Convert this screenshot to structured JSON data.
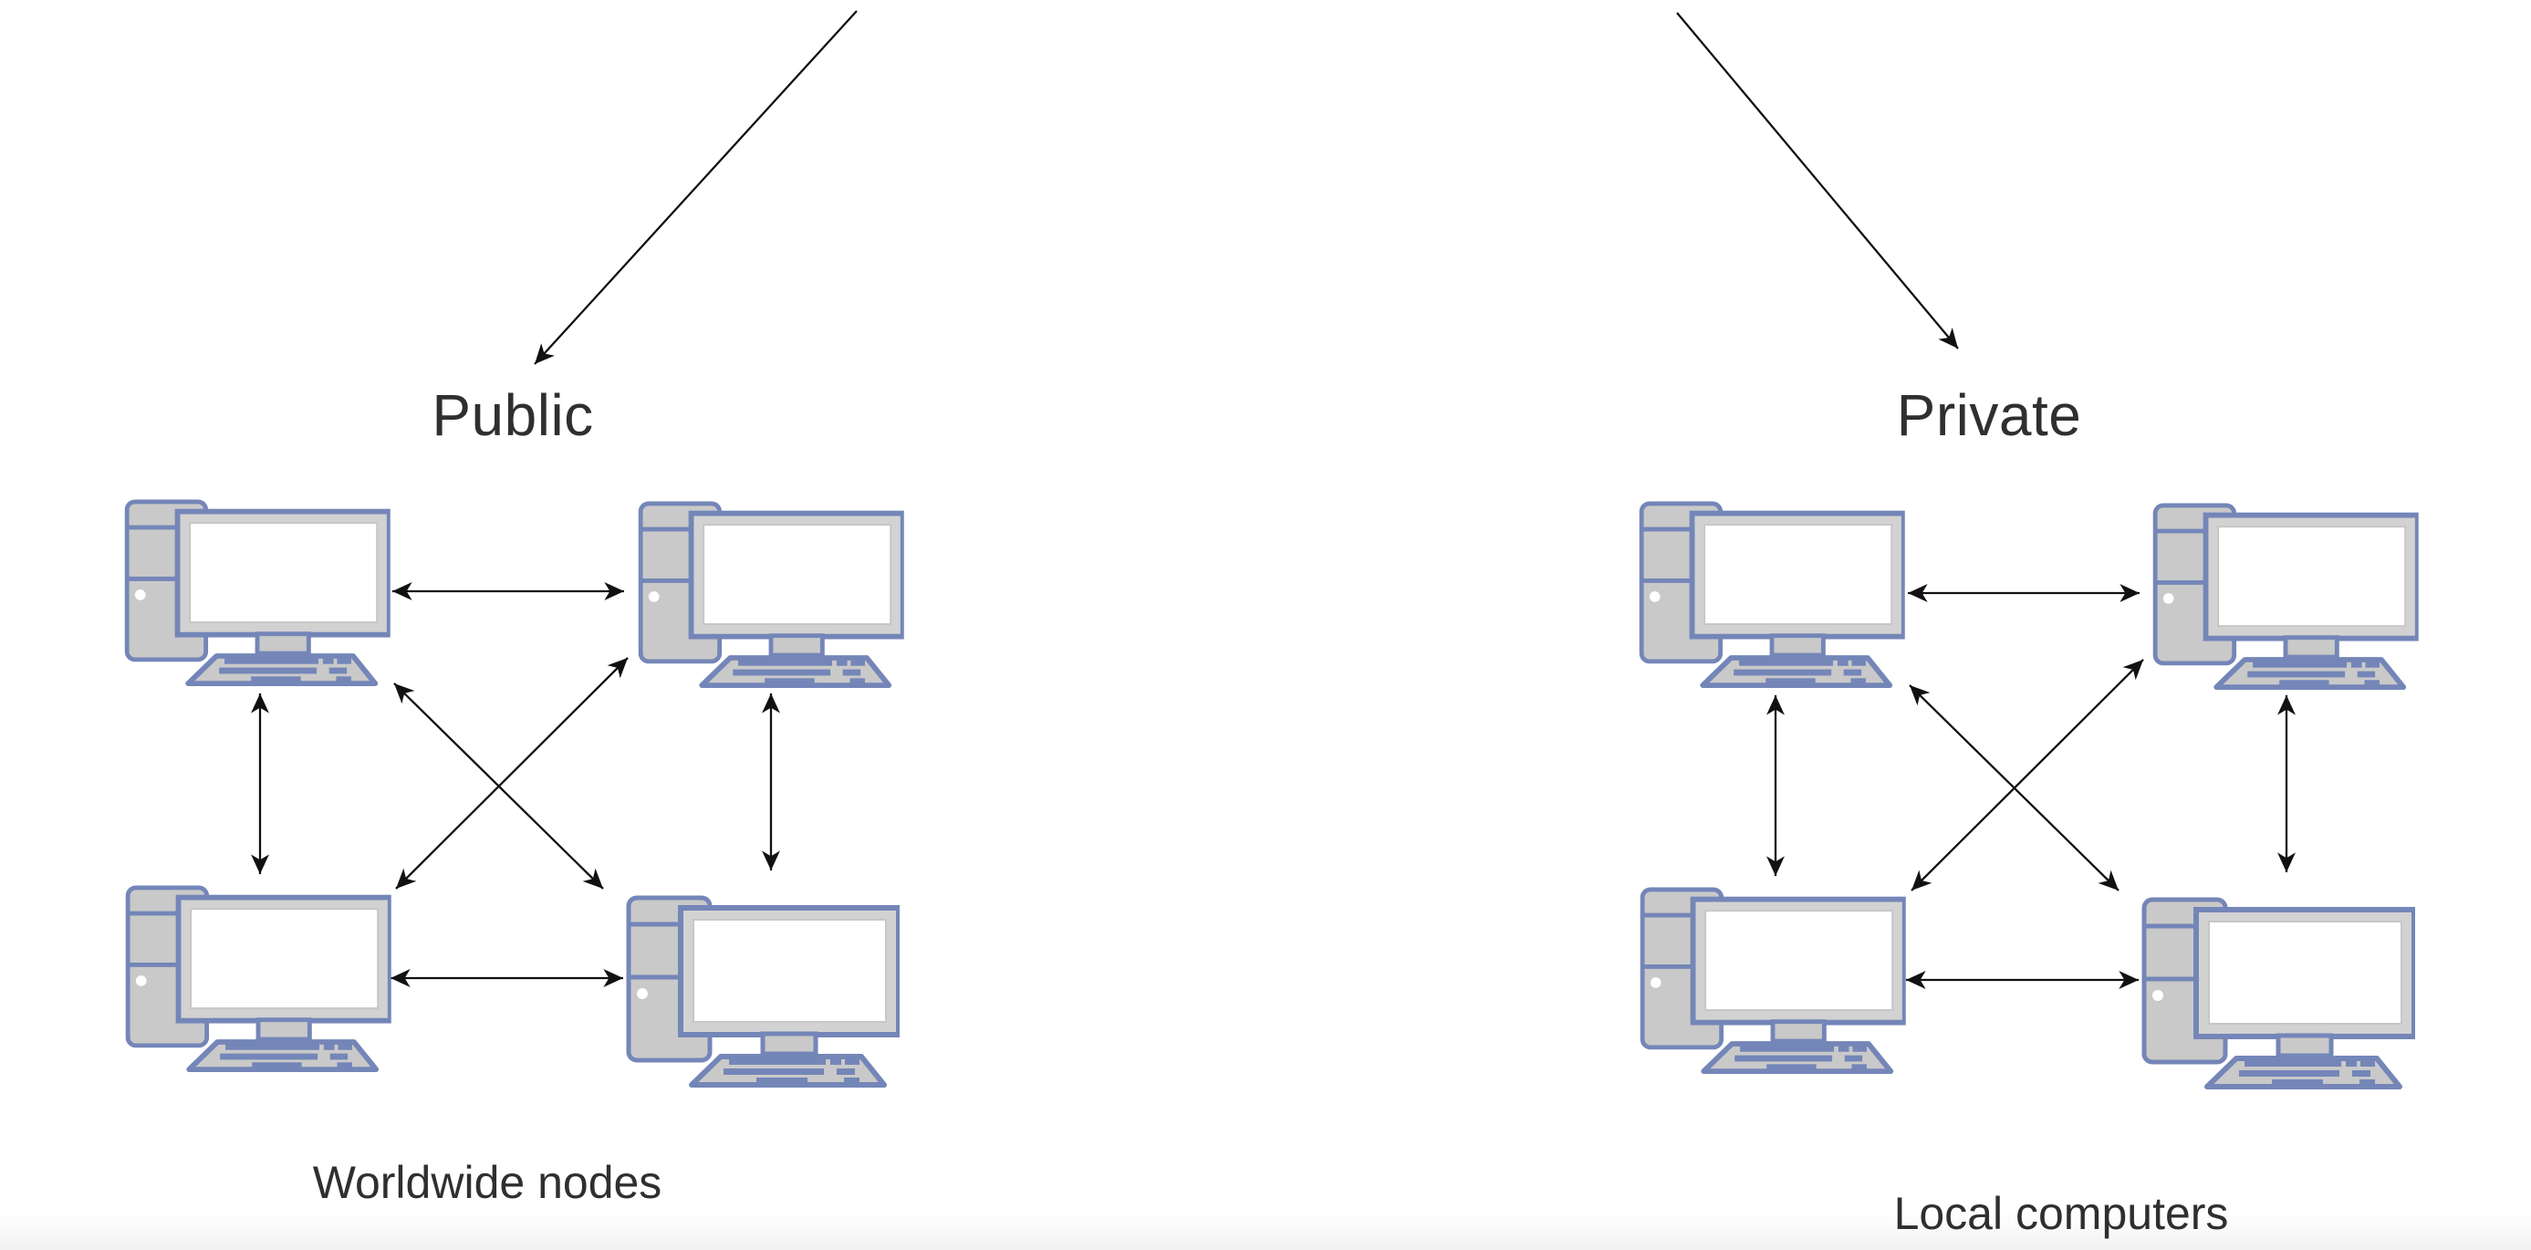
{
  "diagram": {
    "clusters": [
      {
        "title": "Public",
        "caption": "Worldwide nodes"
      },
      {
        "title": "Private",
        "caption": "Local computers"
      }
    ]
  },
  "icons": {
    "computer": "desktop-computer-icon",
    "arrow": "double-headed-arrow",
    "pointer": "down-pointer-arrow"
  },
  "colors": {
    "background": "#ffffff",
    "text": "#2f2f2f",
    "arrow": "#111111",
    "device_outline": "#7486b8",
    "device_fill": "#c9c9c9",
    "device_rim": "#d2d2d2",
    "screen_fill": "#ffffff",
    "screen_edge": "#c6c6c6"
  }
}
